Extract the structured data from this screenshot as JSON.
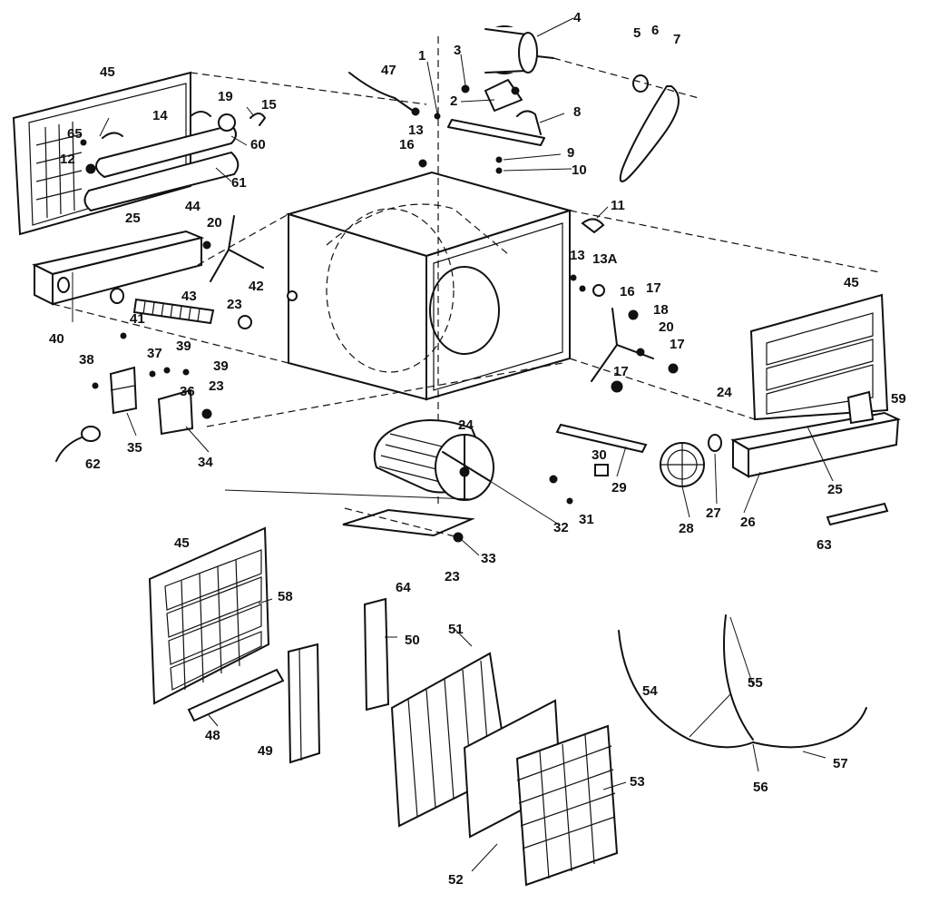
{
  "callouts": [
    {
      "id": "1",
      "text": "1"
    },
    {
      "id": "2",
      "text": "2"
    },
    {
      "id": "3",
      "text": "3"
    },
    {
      "id": "4",
      "text": "4"
    },
    {
      "id": "5",
      "text": "5"
    },
    {
      "id": "6",
      "text": "6"
    },
    {
      "id": "7",
      "text": "7"
    },
    {
      "id": "8",
      "text": "8"
    },
    {
      "id": "9",
      "text": "9"
    },
    {
      "id": "10",
      "text": "10"
    },
    {
      "id": "11",
      "text": "11"
    },
    {
      "id": "12",
      "text": "12"
    },
    {
      "id": "13a",
      "text": "13"
    },
    {
      "id": "13b",
      "text": "13"
    },
    {
      "id": "13A",
      "text": "13A"
    },
    {
      "id": "14",
      "text": "14"
    },
    {
      "id": "15",
      "text": "15"
    },
    {
      "id": "16a",
      "text": "16"
    },
    {
      "id": "16b",
      "text": "16"
    },
    {
      "id": "17a",
      "text": "17"
    },
    {
      "id": "17b",
      "text": "17"
    },
    {
      "id": "17c",
      "text": "17"
    },
    {
      "id": "18",
      "text": "18"
    },
    {
      "id": "19",
      "text": "19"
    },
    {
      "id": "20a",
      "text": "20"
    },
    {
      "id": "20b",
      "text": "20"
    },
    {
      "id": "23a",
      "text": "23"
    },
    {
      "id": "23b",
      "text": "23"
    },
    {
      "id": "23c",
      "text": "23"
    },
    {
      "id": "24a",
      "text": "24"
    },
    {
      "id": "24b",
      "text": "24"
    },
    {
      "id": "25a",
      "text": "25"
    },
    {
      "id": "25b",
      "text": "25"
    },
    {
      "id": "26",
      "text": "26"
    },
    {
      "id": "27",
      "text": "27"
    },
    {
      "id": "28",
      "text": "28"
    },
    {
      "id": "29",
      "text": "29"
    },
    {
      "id": "30",
      "text": "30"
    },
    {
      "id": "31",
      "text": "31"
    },
    {
      "id": "32",
      "text": "32"
    },
    {
      "id": "33",
      "text": "33"
    },
    {
      "id": "34",
      "text": "34"
    },
    {
      "id": "35",
      "text": "35"
    },
    {
      "id": "36",
      "text": "36"
    },
    {
      "id": "37",
      "text": "37"
    },
    {
      "id": "38",
      "text": "38"
    },
    {
      "id": "39a",
      "text": "39"
    },
    {
      "id": "39b",
      "text": "39"
    },
    {
      "id": "40",
      "text": "40"
    },
    {
      "id": "41",
      "text": "41"
    },
    {
      "id": "42",
      "text": "42"
    },
    {
      "id": "43",
      "text": "43"
    },
    {
      "id": "44",
      "text": "44"
    },
    {
      "id": "45a",
      "text": "45"
    },
    {
      "id": "45b",
      "text": "45"
    },
    {
      "id": "45c",
      "text": "45"
    },
    {
      "id": "47",
      "text": "47"
    },
    {
      "id": "48",
      "text": "48"
    },
    {
      "id": "49",
      "text": "49"
    },
    {
      "id": "50",
      "text": "50"
    },
    {
      "id": "51",
      "text": "51"
    },
    {
      "id": "52",
      "text": "52"
    },
    {
      "id": "53",
      "text": "53"
    },
    {
      "id": "54",
      "text": "54"
    },
    {
      "id": "55",
      "text": "55"
    },
    {
      "id": "56",
      "text": "56"
    },
    {
      "id": "57",
      "text": "57"
    },
    {
      "id": "58",
      "text": "58"
    },
    {
      "id": "59",
      "text": "59"
    },
    {
      "id": "60",
      "text": "60"
    },
    {
      "id": "61",
      "text": "61"
    },
    {
      "id": "62",
      "text": "62"
    },
    {
      "id": "63",
      "text": "63"
    },
    {
      "id": "64",
      "text": "64"
    },
    {
      "id": "65",
      "text": "65"
    }
  ]
}
